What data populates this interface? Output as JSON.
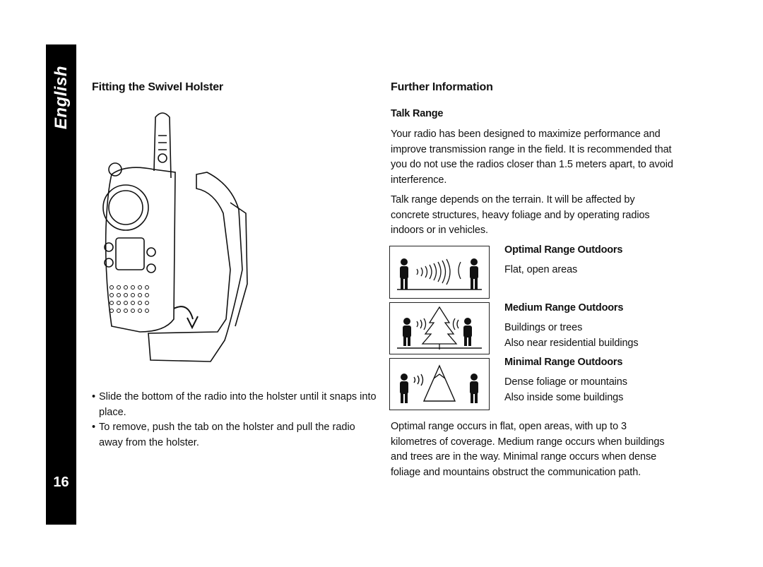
{
  "sidebar": {
    "language": "English",
    "page_number": "16"
  },
  "left": {
    "title": "Fitting the Swivel Holster",
    "bullets": [
      "Slide the bottom of the radio into the holster until it snaps into place.",
      "To remove, push the tab on the holster and pull the radio away from the holster."
    ]
  },
  "right": {
    "title": "Further Information",
    "subtitle": "Talk Range",
    "para1": "Your radio has been designed to maximize performance and improve transmission range in the field. It is recommended that you do not use the radios closer than 1.5 meters apart, to avoid interference.",
    "para2": "Talk range depends on the terrain. It will be affected by concrete structures, heavy foliage and by operating radios indoors or in vehicles.",
    "ranges": [
      {
        "title": "Optimal Range Outdoors",
        "lines": [
          "Flat, open areas"
        ]
      },
      {
        "title": "Medium Range Outdoors",
        "lines": [
          "Buildings or trees",
          "Also near residential buildings"
        ]
      },
      {
        "title": "Minimal Range Outdoors",
        "lines": [
          "Dense foliage or mountains",
          "Also inside some buildings"
        ]
      }
    ],
    "para3": "Optimal range occurs in flat, open areas, with up to 3 kilometres of coverage. Medium range occurs when buildings and trees are in the way. Minimal range occurs when dense foliage and mountains obstruct the communication path."
  }
}
